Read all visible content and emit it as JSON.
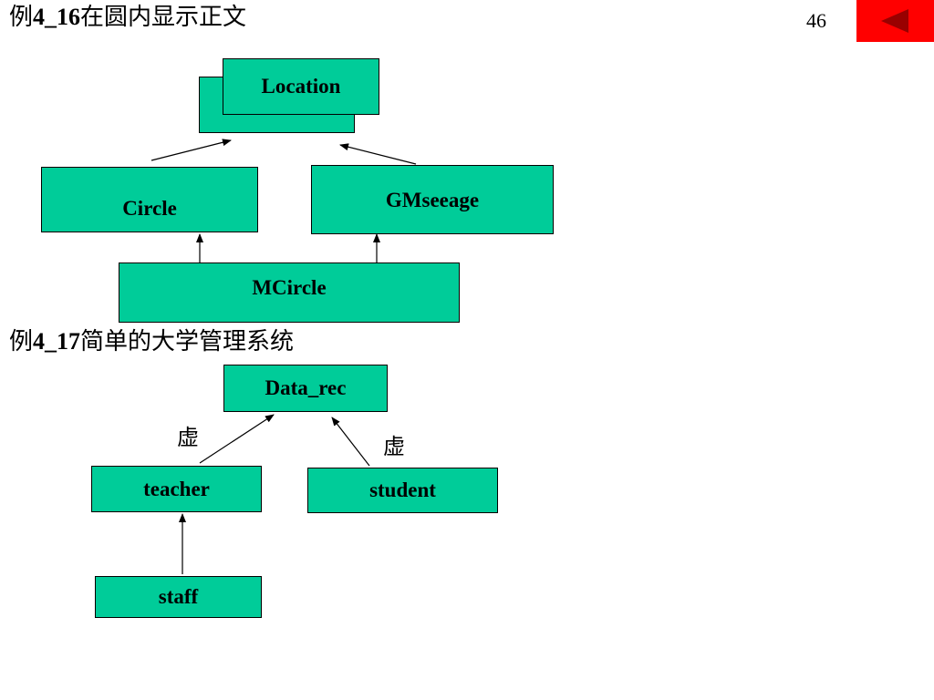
{
  "page_number": "46",
  "section1": {
    "title_prefix": "例",
    "title_code": "4_16",
    "title_rest": "在圆内显示正文",
    "nodes": {
      "location": "Location",
      "circle": "Circle",
      "gmessage": "GMseeage",
      "mcircle": "MCircle"
    }
  },
  "section2": {
    "title_prefix": "例",
    "title_code": "4_17",
    "title_rest": "简单的大学管理系统",
    "nodes": {
      "data_rec": "Data_rec",
      "teacher": "teacher",
      "student": "student",
      "staff": "staff"
    },
    "virtual_label_left": "虚",
    "virtual_label_right": "虚"
  },
  "colors": {
    "box_fill": "#00cc99",
    "nav_button": "#ff0000",
    "nav_arrow": "#990000"
  },
  "icons": {
    "nav": "back-arrow-icon"
  }
}
